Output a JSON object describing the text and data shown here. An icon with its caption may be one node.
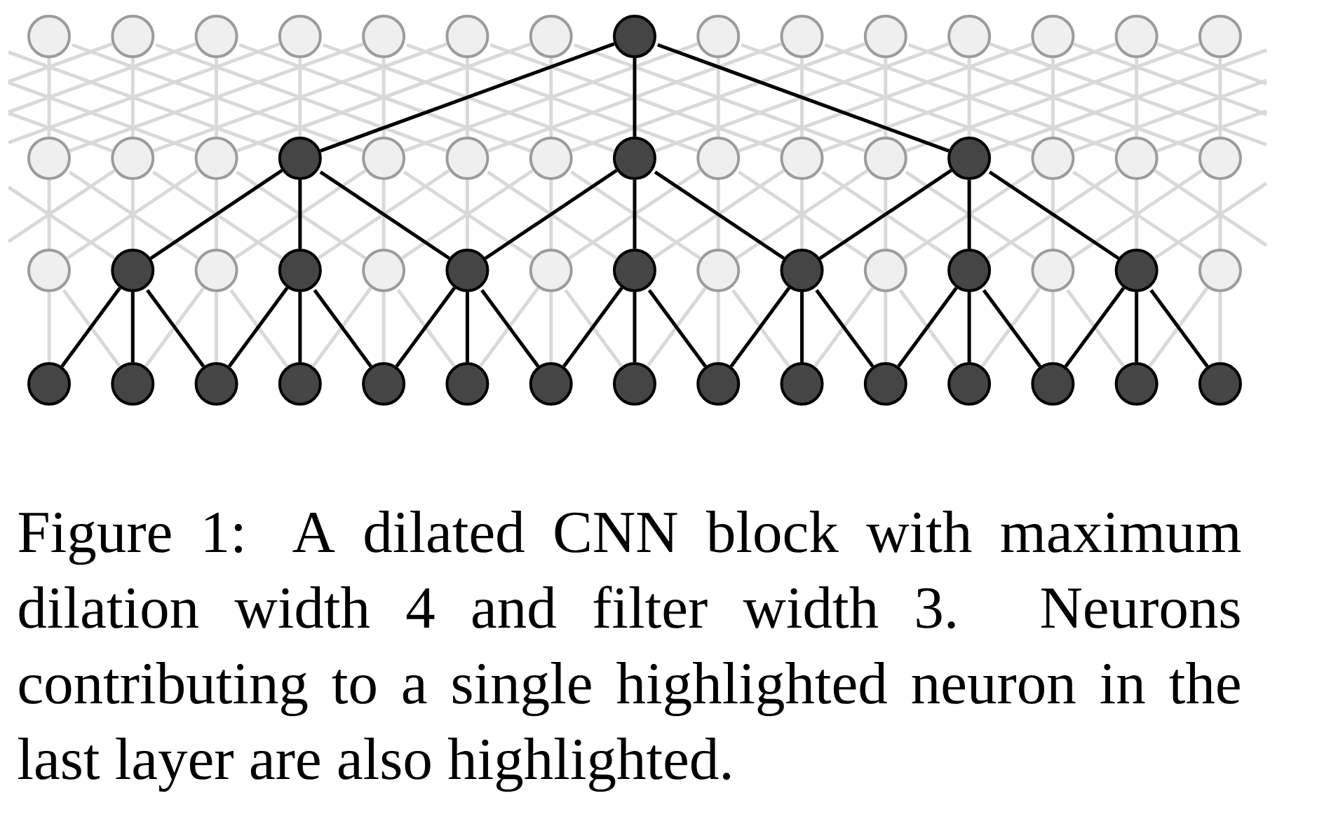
{
  "diagram": {
    "caption": "Figure 1: A dilated CNN block with maximum dilation width 4 and filter width 3. Neurons contributing to a single highlighted neuron in the last layer are also highlighted.",
    "nodes": [
      {
        "text": [],
        "shape": "circle"
      },
      {
        "text": [],
        "shape": "circle"
      },
      {
        "text": [],
        "shape": "circle"
      },
      {
        "text": [],
        "shape": "circle"
      },
      {
        "text": [],
        "shape": "circle"
      },
      {
        "text": [],
        "shape": "circle"
      },
      {
        "text": [],
        "shape": "circle"
      },
      {
        "text": [],
        "shape": "circle"
      },
      {
        "text": [],
        "shape": "circle"
      },
      {
        "text": [],
        "shape": "circle"
      },
      {
        "text": [],
        "shape": "circle"
      },
      {
        "text": [],
        "shape": "circle"
      },
      {
        "text": [],
        "shape": "circle"
      },
      {
        "text": [],
        "shape": "circle"
      },
      {
        "text": [],
        "shape": "circle"
      },
      {
        "text": [],
        "shape": "circle"
      },
      {
        "text": [],
        "shape": "circle"
      },
      {
        "text": [],
        "shape": "circle"
      },
      {
        "text": [],
        "shape": "circle"
      },
      {
        "text": [],
        "shape": "circle"
      },
      {
        "text": [],
        "shape": "circle"
      },
      {
        "text": [],
        "shape": "circle"
      },
      {
        "text": [],
        "shape": "circle"
      },
      {
        "text": [],
        "shape": "circle"
      },
      {
        "text": [],
        "shape": "circle"
      },
      {
        "text": [],
        "shape": "circle"
      },
      {
        "text": [],
        "shape": "circle"
      },
      {
        "text": [],
        "shape": "circle"
      },
      {
        "text": [],
        "shape": "circle"
      },
      {
        "text": [],
        "shape": "circle"
      },
      {
        "text": [],
        "shape": "circle"
      },
      {
        "text": [],
        "shape": "circle"
      },
      {
        "text": [],
        "shape": "circle"
      },
      {
        "text": [],
        "shape": "circle"
      },
      {
        "text": [],
        "shape": "circle"
      },
      {
        "text": [],
        "shape": "circle"
      },
      {
        "text": [],
        "shape": "circle"
      },
      {
        "text": [],
        "shape": "circle"
      },
      {
        "text": [],
        "shape": "circle"
      },
      {
        "text": [],
        "shape": "circle"
      },
      {
        "text": [],
        "shape": "circle"
      },
      {
        "text": [],
        "shape": "circle"
      },
      {
        "text": [],
        "shape": "circle"
      },
      {
        "text": [],
        "shape": "circle"
      },
      {
        "text": [],
        "shape": "circle"
      },
      {
        "text": [],
        "shape": "circle"
      },
      {
        "text": [],
        "shape": "circle"
      },
      {
        "text": [],
        "shape": "circle"
      },
      {
        "text": [],
        "shape": "circle"
      },
      {
        "text": [],
        "shape": "circle"
      },
      {
        "text": [],
        "shape": "circle"
      },
      {
        "text": [],
        "shape": "circle"
      },
      {
        "text": [],
        "shape": "circle"
      },
      {
        "text": [],
        "shape": "circle"
      },
      {
        "text": [],
        "shape": "circle"
      },
      {
        "text": [],
        "shape": "circle"
      },
      {
        "text": [],
        "shape": "circle"
      },
      {
        "text": [],
        "shape": "circle"
      },
      {
        "text": [],
        "shape": "circle"
      },
      {
        "text": [],
        "shape": "circle"
      }
    ],
    "edges": [
      {
        "from": 0,
        "to": 15,
        "arrow": "none"
      },
      {
        "from": 0,
        "to": 19,
        "arrow": "none"
      },
      {
        "from": 1,
        "to": null,
        "arrow": "none"
      },
      {
        "from": 1,
        "to": 16,
        "arrow": "none"
      },
      {
        "from": 1,
        "to": 20,
        "arrow": "none"
      },
      {
        "from": 2,
        "to": null,
        "arrow": "none"
      },
      {
        "from": 2,
        "to": 17,
        "arrow": "none"
      },
      {
        "from": 2,
        "to": 21,
        "arrow": "none"
      },
      {
        "from": 3,
        "to": null,
        "arrow": "none"
      },
      {
        "from": 3,
        "to": 18,
        "arrow": "none"
      },
      {
        "from": 3,
        "to": 22,
        "arrow": "none"
      },
      {
        "from": 4,
        "to": 15,
        "arrow": "none"
      },
      {
        "from": 4,
        "to": 19,
        "arrow": "none"
      },
      {
        "from": 4,
        "to": 23,
        "arrow": "none"
      },
      {
        "from": 5,
        "to": 16,
        "arrow": "none"
      },
      {
        "from": 5,
        "to": 20,
        "arrow": "none"
      },
      {
        "from": 5,
        "to": 24,
        "arrow": "none"
      },
      {
        "from": 6,
        "to": 17,
        "arrow": "none"
      },
      {
        "from": 6,
        "to": 21,
        "arrow": "none"
      },
      {
        "from": 6,
        "to": 25,
        "arrow": "none"
      },
      {
        "from": 7,
        "to": 18,
        "arrow": "none",
        "color": "#000000"
      },
      {
        "from": 7,
        "to": 22,
        "arrow": "none",
        "color": "#000000"
      },
      {
        "from": 7,
        "to": 26,
        "arrow": "none",
        "color": "#000000"
      },
      {
        "from": 8,
        "to": 19,
        "arrow": "none"
      },
      {
        "from": 8,
        "to": 23,
        "arrow": "none"
      },
      {
        "from": 8,
        "to": 27,
        "arrow": "none"
      },
      {
        "from": 9,
        "to": 20,
        "arrow": "none"
      },
      {
        "from": 9,
        "to": 24,
        "arrow": "none"
      },
      {
        "from": 9,
        "to": 28,
        "arrow": "none"
      },
      {
        "from": 10,
        "to": 21,
        "arrow": "none"
      },
      {
        "from": 10,
        "to": 25,
        "arrow": "none"
      },
      {
        "from": 10,
        "to": 29,
        "arrow": "none"
      },
      {
        "from": 11,
        "to": 22,
        "arrow": "none"
      },
      {
        "from": 11,
        "to": 26,
        "arrow": "none"
      },
      {
        "from": 11,
        "to": null,
        "arrow": "none"
      },
      {
        "from": 12,
        "to": 23,
        "arrow": "none"
      },
      {
        "from": 12,
        "to": 27,
        "arrow": "none"
      },
      {
        "from": 12,
        "to": null,
        "arrow": "none"
      },
      {
        "from": 13,
        "to": 24,
        "arrow": "none"
      },
      {
        "from": 13,
        "to": 28,
        "arrow": "none"
      },
      {
        "from": 13,
        "to": null,
        "arrow": "none"
      },
      {
        "from": 14,
        "to": 25,
        "arrow": "none"
      },
      {
        "from": 14,
        "to": 29,
        "arrow": "none"
      },
      {
        "from": null,
        "to": 16,
        "arrow": "none"
      },
      {
        "from": null,
        "to": 17,
        "arrow": "none"
      },
      {
        "from": null,
        "to": 18,
        "arrow": "none"
      },
      {
        "from": null,
        "to": 26,
        "arrow": "none"
      },
      {
        "from": null,
        "to": 27,
        "arrow": "none"
      },
      {
        "from": null,
        "to": 28,
        "arrow": "none"
      },
      {
        "from": 15,
        "to": 30,
        "arrow": "none"
      },
      {
        "from": 15,
        "to": 32,
        "arrow": "none"
      },
      {
        "from": 16,
        "to": null,
        "arrow": "none"
      },
      {
        "from": 16,
        "to": 31,
        "arrow": "none"
      },
      {
        "from": 16,
        "to": 33,
        "arrow": "none"
      },
      {
        "from": 17,
        "to": 30,
        "arrow": "none"
      },
      {
        "from": 17,
        "to": 32,
        "arrow": "none"
      },
      {
        "from": 17,
        "to": 34,
        "arrow": "none"
      },
      {
        "from": 18,
        "to": 31,
        "arrow": "none",
        "color": "#000000"
      },
      {
        "from": 18,
        "to": 33,
        "arrow": "none",
        "color": "#000000"
      },
      {
        "from": 18,
        "to": 35,
        "arrow": "none",
        "color": "#000000"
      },
      {
        "from": 19,
        "to": 32,
        "arrow": "none"
      },
      {
        "from": 19,
        "to": 34,
        "arrow": "none"
      },
      {
        "from": 19,
        "to": 36,
        "arrow": "none"
      },
      {
        "from": 20,
        "to": 33,
        "arrow": "none"
      },
      {
        "from": 20,
        "to": 35,
        "arrow": "none"
      },
      {
        "from": 20,
        "to": 37,
        "arrow": "none"
      },
      {
        "from": 21,
        "to": 34,
        "arrow": "none"
      },
      {
        "from": 21,
        "to": 36,
        "arrow": "none"
      },
      {
        "from": 21,
        "to": 38,
        "arrow": "none"
      },
      {
        "from": 22,
        "to": 35,
        "arrow": "none",
        "color": "#000000"
      },
      {
        "from": 22,
        "to": 37,
        "arrow": "none",
        "color": "#000000"
      },
      {
        "from": 22,
        "to": 39,
        "arrow": "none",
        "color": "#000000"
      },
      {
        "from": 23,
        "to": 36,
        "arrow": "none"
      },
      {
        "from": 23,
        "to": 38,
        "arrow": "none"
      },
      {
        "from": 23,
        "to": 40,
        "arrow": "none"
      },
      {
        "from": 24,
        "to": 37,
        "arrow": "none"
      },
      {
        "from": 24,
        "to": 39,
        "arrow": "none"
      },
      {
        "from": 24,
        "to": 41,
        "arrow": "none"
      },
      {
        "from": 25,
        "to": 38,
        "arrow": "none"
      },
      {
        "from": 25,
        "to": 40,
        "arrow": "none"
      },
      {
        "from": 25,
        "to": 42,
        "arrow": "none"
      },
      {
        "from": 26,
        "to": 39,
        "arrow": "none",
        "color": "#000000"
      },
      {
        "from": 26,
        "to": 41,
        "arrow": "none",
        "color": "#000000"
      },
      {
        "from": 26,
        "to": 43,
        "arrow": "none",
        "color": "#000000"
      },
      {
        "from": 27,
        "to": 40,
        "arrow": "none"
      },
      {
        "from": 27,
        "to": 42,
        "arrow": "none"
      },
      {
        "from": 27,
        "to": 44,
        "arrow": "none"
      },
      {
        "from": 28,
        "to": 41,
        "arrow": "none"
      },
      {
        "from": 28,
        "to": 43,
        "arrow": "none"
      },
      {
        "from": 28,
        "to": null,
        "arrow": "none"
      },
      {
        "from": 29,
        "to": 42,
        "arrow": "none"
      },
      {
        "from": 29,
        "to": 44,
        "arrow": "none"
      },
      {
        "from": null,
        "to": 31,
        "arrow": "none"
      },
      {
        "from": null,
        "to": 43,
        "arrow": "none"
      },
      {
        "from": 30,
        "to": 45,
        "arrow": "none"
      },
      {
        "from": 30,
        "to": 46,
        "arrow": "none"
      },
      {
        "from": 31,
        "to": 45,
        "arrow": "none",
        "color": "#000000"
      },
      {
        "from": 31,
        "to": 46,
        "arrow": "none",
        "color": "#000000"
      },
      {
        "from": 31,
        "to": 47,
        "arrow": "none",
        "color": "#000000"
      },
      {
        "from": 32,
        "to": 46,
        "arrow": "none"
      },
      {
        "from": 32,
        "to": 47,
        "arrow": "none"
      },
      {
        "from": 32,
        "to": 48,
        "arrow": "none"
      },
      {
        "from": 33,
        "to": 47,
        "arrow": "none",
        "color": "#000000"
      },
      {
        "from": 33,
        "to": 48,
        "arrow": "none",
        "color": "#000000"
      },
      {
        "from": 33,
        "to": 49,
        "arrow": "none",
        "color": "#000000"
      },
      {
        "from": 34,
        "to": 48,
        "arrow": "none"
      },
      {
        "from": 34,
        "to": 49,
        "arrow": "none"
      },
      {
        "from": 34,
        "to": 50,
        "arrow": "none"
      },
      {
        "from": 35,
        "to": 49,
        "arrow": "none",
        "color": "#000000"
      },
      {
        "from": 35,
        "to": 50,
        "arrow": "none",
        "color": "#000000"
      },
      {
        "from": 35,
        "to": 51,
        "arrow": "none",
        "color": "#000000"
      },
      {
        "from": 36,
        "to": 50,
        "arrow": "none"
      },
      {
        "from": 36,
        "to": 51,
        "arrow": "none"
      },
      {
        "from": 36,
        "to": 52,
        "arrow": "none"
      },
      {
        "from": 37,
        "to": 51,
        "arrow": "none",
        "color": "#000000"
      },
      {
        "from": 37,
        "to": 52,
        "arrow": "none",
        "color": "#000000"
      },
      {
        "from": 37,
        "to": 53,
        "arrow": "none",
        "color": "#000000"
      },
      {
        "from": 38,
        "to": 52,
        "arrow": "none"
      },
      {
        "from": 38,
        "to": 53,
        "arrow": "none"
      },
      {
        "from": 38,
        "to": 54,
        "arrow": "none"
      },
      {
        "from": 39,
        "to": 53,
        "arrow": "none",
        "color": "#000000"
      },
      {
        "from": 39,
        "to": 54,
        "arrow": "none",
        "color": "#000000"
      },
      {
        "from": 39,
        "to": 55,
        "arrow": "none",
        "color": "#000000"
      },
      {
        "from": 40,
        "to": 54,
        "arrow": "none"
      },
      {
        "from": 40,
        "to": 55,
        "arrow": "none"
      },
      {
        "from": 40,
        "to": 56,
        "arrow": "none"
      },
      {
        "from": 41,
        "to": 55,
        "arrow": "none",
        "color": "#000000"
      },
      {
        "from": 41,
        "to": 56,
        "arrow": "none",
        "color": "#000000"
      },
      {
        "from": 41,
        "to": 57,
        "arrow": "none",
        "color": "#000000"
      },
      {
        "from": 42,
        "to": 56,
        "arrow": "none"
      },
      {
        "from": 42,
        "to": 57,
        "arrow": "none"
      },
      {
        "from": 42,
        "to": 58,
        "arrow": "none"
      },
      {
        "from": 43,
        "to": 57,
        "arrow": "none",
        "color": "#000000"
      },
      {
        "from": 43,
        "to": 58,
        "arrow": "none",
        "color": "#000000"
      },
      {
        "from": 43,
        "to": 59,
        "arrow": "none",
        "color": "#000000"
      },
      {
        "from": 44,
        "to": 58,
        "arrow": "none"
      },
      {
        "from": 44,
        "to": 59,
        "arrow": "none"
      }
    ]
  }
}
